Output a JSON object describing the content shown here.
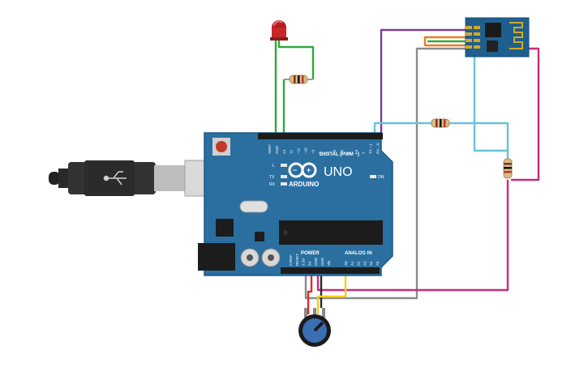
{
  "board": {
    "brand": "ARDUINO",
    "model": "UNO",
    "digital_header": "DIGITAL (PWM ~)",
    "power_header": "POWER",
    "analog_header": "ANALOG IN",
    "on_label": "ON",
    "led_l": "L",
    "led_tx": "TX",
    "led_rx": "RX",
    "digital_pins": [
      "AREF",
      "GND",
      "13",
      "12",
      "~11",
      "~10",
      "~9",
      "8",
      "7",
      "~6",
      "~5",
      "4",
      "~3",
      "2",
      "TX→1",
      "RX←0"
    ],
    "power_pins": [
      "IOREF",
      "RESET",
      "3.3V",
      "5V",
      "GND",
      "GND",
      "Vin"
    ],
    "analog_pins": [
      "A0",
      "A1",
      "A2",
      "A3",
      "A4",
      "A5"
    ]
  },
  "colors": {
    "board": "#2a6fa0",
    "wire_green": "#2eaa3a",
    "wire_purple": "#7a3c9a",
    "wire_orange": "#e67e22",
    "wire_gray": "#8a8a8a",
    "wire_cyan": "#69c3d8",
    "wire_magenta": "#c52c78",
    "wire_red": "#e52a2a",
    "wire_yellow": "#f2cf1c",
    "wire_black": "#2a2a2a"
  },
  "components": {
    "usb": "usb-cable",
    "led": "red-led",
    "resistors": [
      "led-resistor",
      "rx-resistor",
      "divider-resistor"
    ],
    "module": "esp8266-wifi-module",
    "pot": "potentiometer"
  }
}
